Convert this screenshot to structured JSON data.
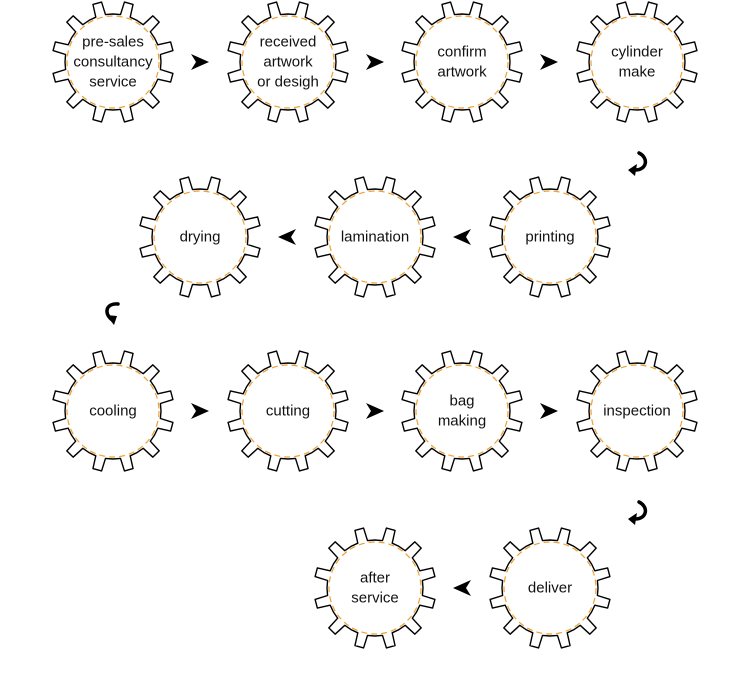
{
  "colors": {
    "gear_stroke": "#000000",
    "gear_fill": "#ffffff",
    "inner_ring": "#f0a030",
    "arrow": "#000000",
    "text": "#111111"
  },
  "icons": {
    "gear": "gear-icon",
    "arrow_right": "arrow-right-icon",
    "arrow_left": "arrow-left-icon",
    "turn_down_left": "turn-down-left-icon",
    "turn_down_right": "turn-down-right-icon"
  },
  "steps": [
    {
      "id": "pre-sales",
      "lines": [
        "pre-sales",
        "consultancy",
        "service"
      ]
    },
    {
      "id": "received-artwork",
      "lines": [
        "received",
        "artwork",
        "or desigh"
      ]
    },
    {
      "id": "confirm-artwork",
      "lines": [
        "confirm",
        "artwork"
      ]
    },
    {
      "id": "cylinder-make",
      "lines": [
        "cylinder",
        "make"
      ]
    },
    {
      "id": "printing",
      "lines": [
        "printing"
      ]
    },
    {
      "id": "lamination",
      "lines": [
        "lamination"
      ]
    },
    {
      "id": "drying",
      "lines": [
        "drying"
      ]
    },
    {
      "id": "cooling",
      "lines": [
        "cooling"
      ]
    },
    {
      "id": "cutting",
      "lines": [
        "cutting"
      ]
    },
    {
      "id": "bag-making",
      "lines": [
        "bag",
        "making"
      ]
    },
    {
      "id": "inspection",
      "lines": [
        "inspection"
      ]
    },
    {
      "id": "deliver",
      "lines": [
        "deliver"
      ]
    },
    {
      "id": "after-service",
      "lines": [
        "after",
        "service"
      ]
    }
  ]
}
